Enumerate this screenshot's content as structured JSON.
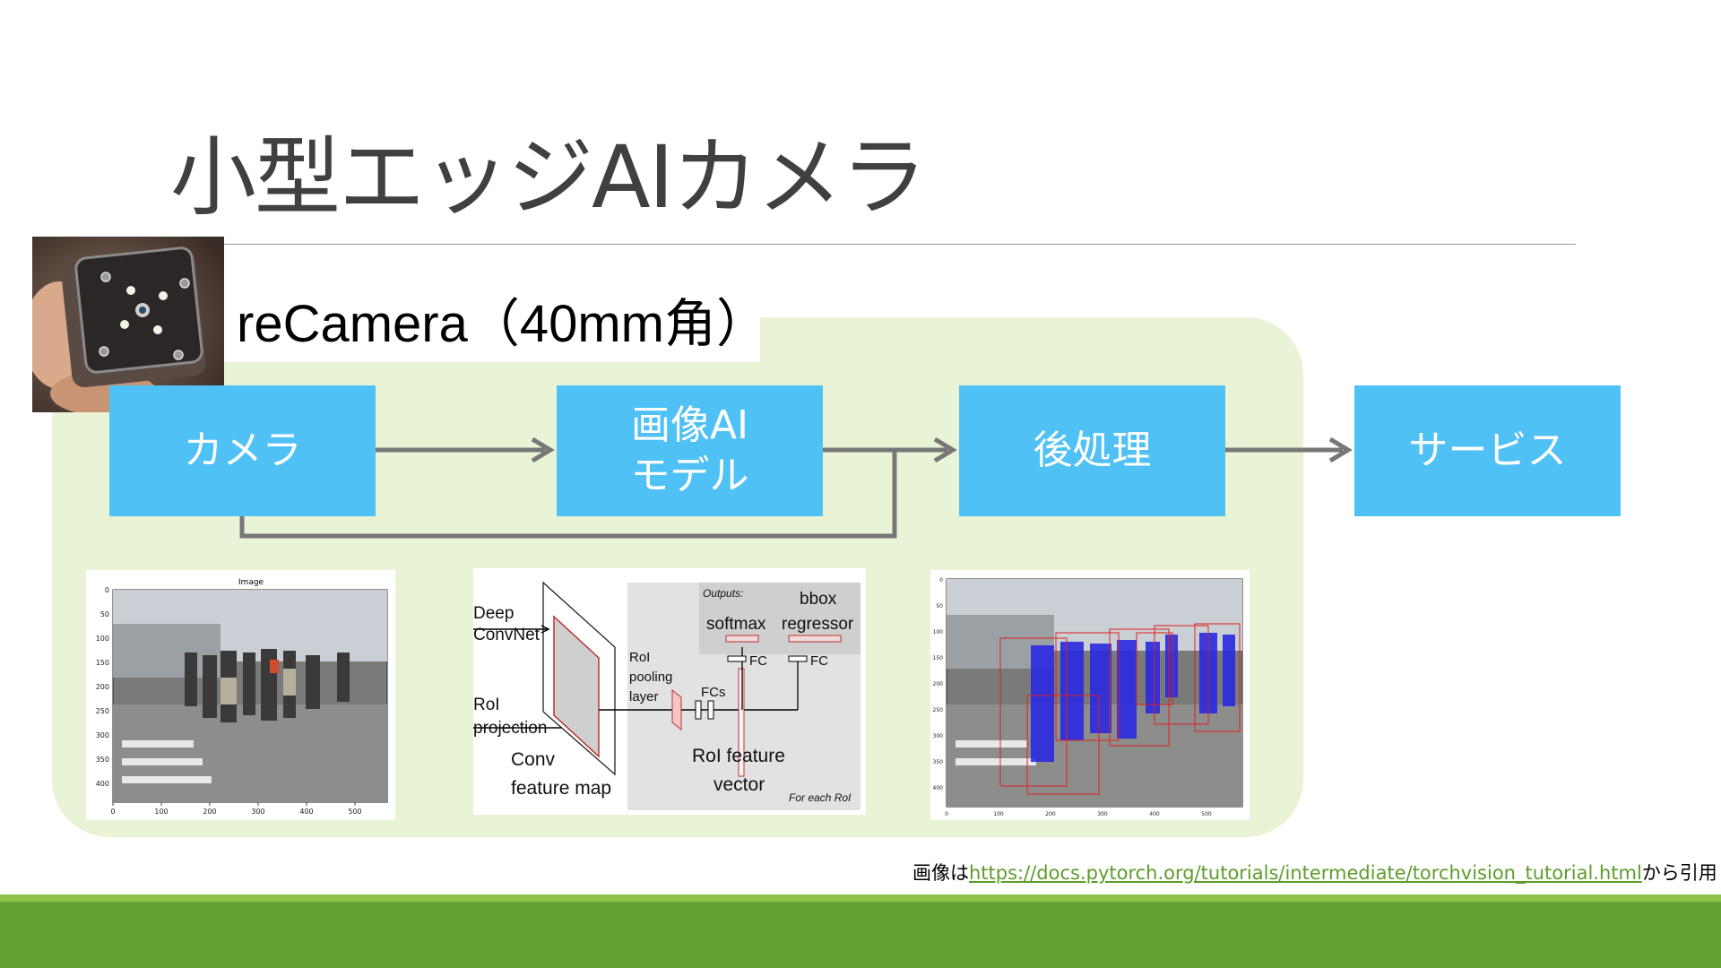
{
  "slide": {
    "title": "小型エッジAIカメラ",
    "edge_label": "reCamera（40mm角）"
  },
  "flow": {
    "camera": "カメラ",
    "model_line1": "画像AI",
    "model_line2": "モデル",
    "postprocess": "後処理",
    "service": "サービス"
  },
  "thumbnails": {
    "input_image": {
      "title": "Image",
      "y_ticks": [
        "0",
        "50",
        "100",
        "150",
        "200",
        "250",
        "300",
        "350",
        "400"
      ],
      "x_ticks": [
        "0",
        "100",
        "200",
        "300",
        "400",
        "500"
      ]
    },
    "architecture": {
      "deep_convnet_1": "Deep",
      "deep_convnet_2": "ConvNet",
      "roi_projection_1": "RoI",
      "roi_projection_2": "projection",
      "conv_fm_1": "Conv",
      "conv_fm_2": "feature map",
      "roi_pool_1": "RoI",
      "roi_pool_2": "pooling",
      "roi_pool_3": "layer",
      "fcs": "FCs",
      "outputs": "Outputs:",
      "softmax": "softmax",
      "bbox_1": "bbox",
      "bbox_2": "regressor",
      "fc_left": "FC",
      "fc_right": "FC",
      "roi_fv_1": "RoI feature",
      "roi_fv_2": "vector",
      "for_each": "For each RoI"
    },
    "output_image": {
      "y_ticks": [
        "0",
        "50",
        "100",
        "150",
        "200",
        "250",
        "300",
        "350",
        "400"
      ],
      "x_ticks": [
        "0",
        "100",
        "200",
        "300",
        "400",
        "500"
      ]
    }
  },
  "source": {
    "prefix": "画像は",
    "url": "https://docs.pytorch.org/tutorials/intermediate/torchvision_tutorial.html",
    "suffix": "から引用"
  },
  "colors": {
    "box_fill": "#4fc1f5",
    "panel_fill": "#e9f3d6",
    "arrow": "#777777",
    "footer": "#62a332",
    "link": "#5d9c2a"
  }
}
